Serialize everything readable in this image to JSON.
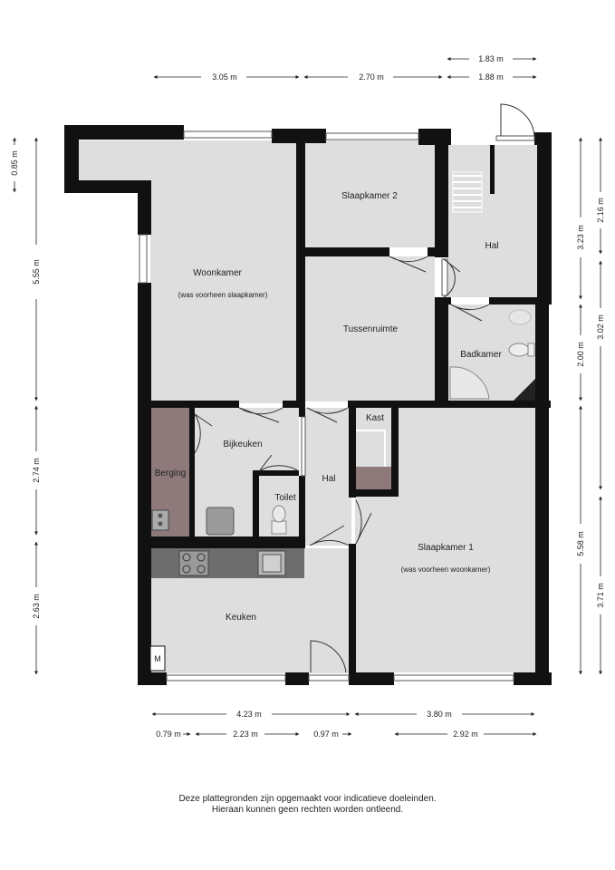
{
  "colors": {
    "wall": "#111111",
    "floor": "#dedede",
    "storage_floor": "#8e7a7a",
    "counter": "#6d6d6d",
    "window": "#ffffff",
    "dimension_line": "#222222"
  },
  "rooms": {
    "woonkamer": {
      "name": "Woonkamer",
      "note": "(was voorheen slaapkamer)"
    },
    "slaapkamer2": {
      "name": "Slaapkamer 2"
    },
    "hal_top": {
      "name": "Hal"
    },
    "tussenruimte": {
      "name": "Tussenruimte"
    },
    "badkamer": {
      "name": "Badkamer"
    },
    "kast": {
      "name": "Kast"
    },
    "bijkeuken": {
      "name": "Bijkeuken"
    },
    "berging": {
      "name": "Berging"
    },
    "toilet": {
      "name": "Toilet"
    },
    "hal_mid": {
      "name": "Hal"
    },
    "slaapkamer1": {
      "name": "Slaapkamer 1",
      "note": "(was voorheen woonkamer)"
    },
    "keuken": {
      "name": "Keuken"
    },
    "meter": {
      "name": "M"
    }
  },
  "dimensions": {
    "top": [
      "3.05 m",
      "2.70 m",
      "1.88 m",
      "1.83 m"
    ],
    "bottom_row1": [
      "4.23 m",
      "3.80 m"
    ],
    "bottom_row2": [
      "0.79 m",
      "2.23 m",
      "0.97 m",
      "2.92 m"
    ],
    "left": [
      "0.85 m",
      "5.55 m",
      "2.74 m",
      "2.63 m"
    ],
    "right_inner": [
      "3.23 m",
      "2.00 m",
      "5.58 m"
    ],
    "right_outer": [
      "2.16 m",
      "3.02 m",
      "3.71 m"
    ]
  },
  "disclaimer": {
    "line1": "Deze plattegronden zijn opgemaakt voor indicatieve doeleinden.",
    "line2": "Hieraan kunnen geen rechten worden ontleend."
  }
}
